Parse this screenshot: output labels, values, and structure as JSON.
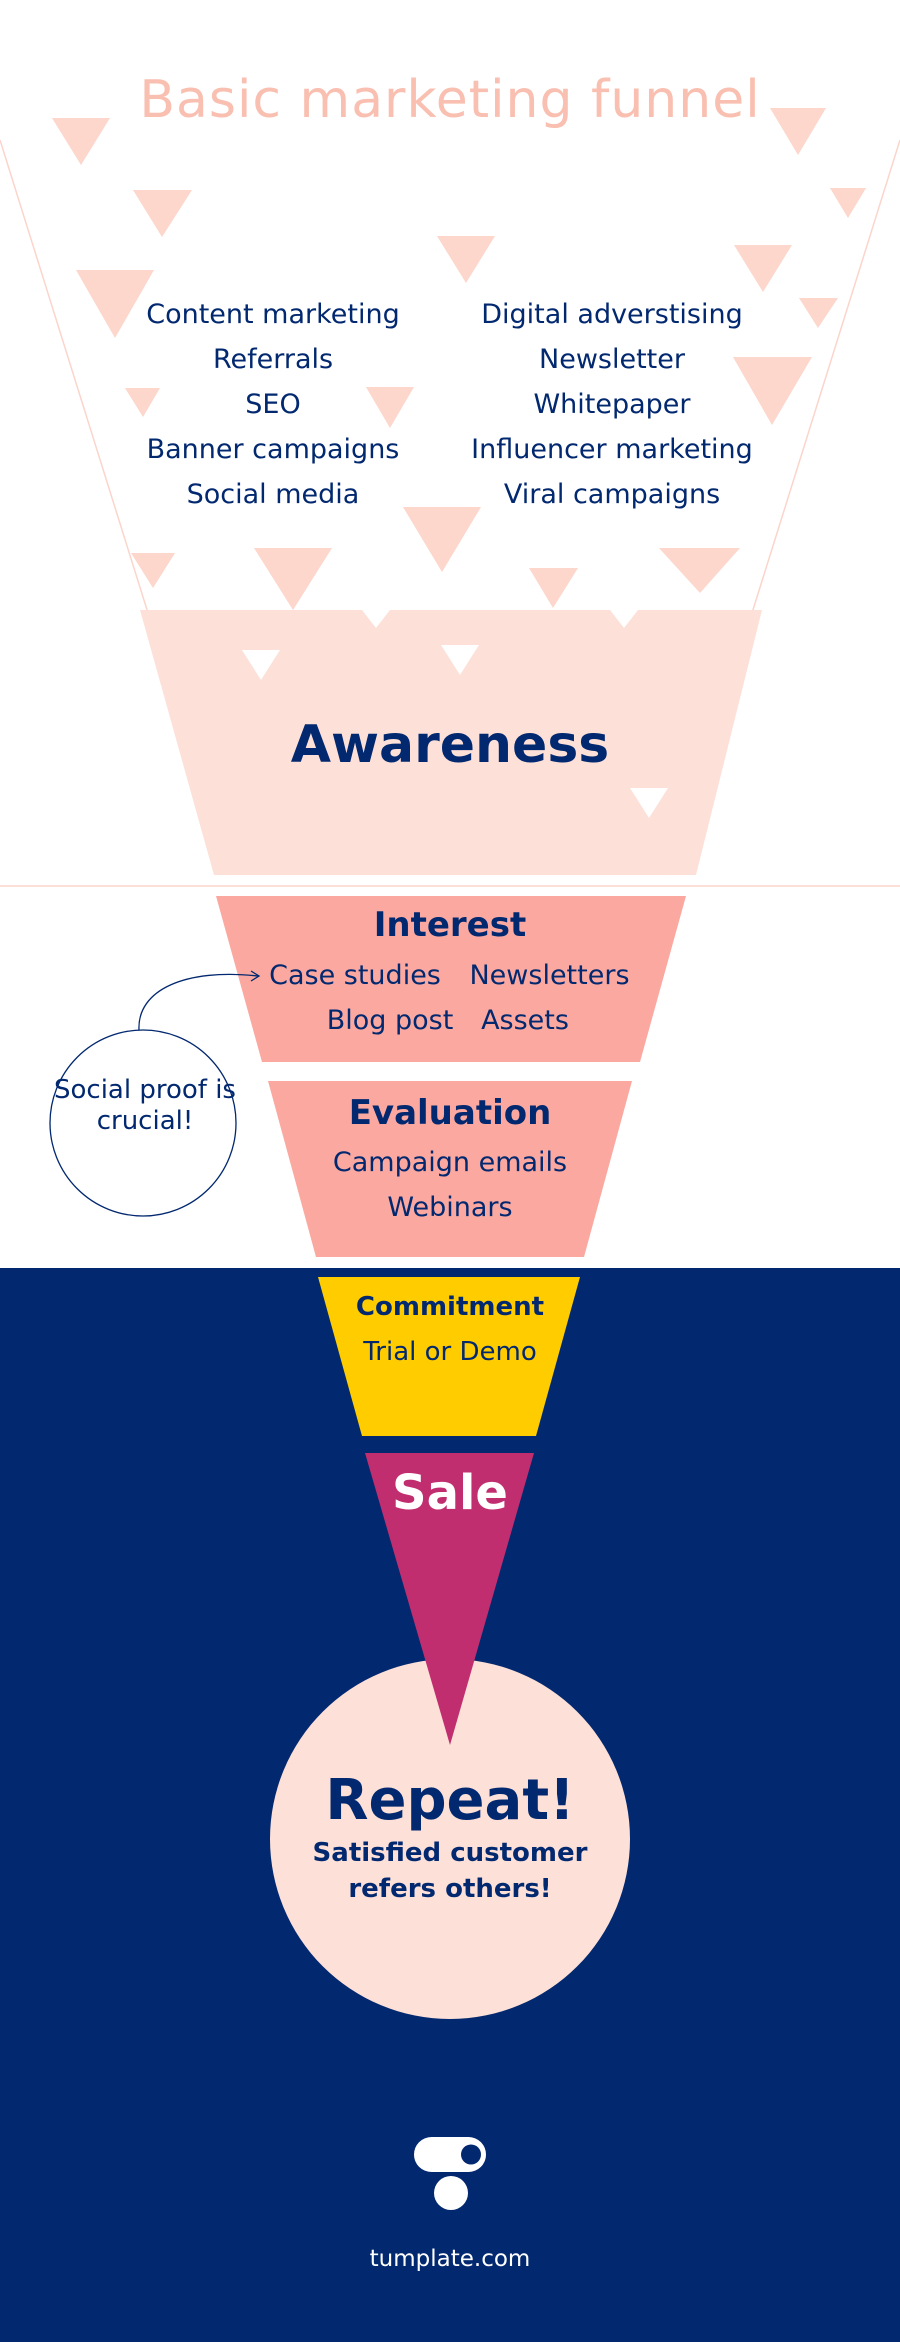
{
  "colors": {
    "navy": "#02286f",
    "peach": "#fde0d8",
    "peach_triangle": "#fdd6cc",
    "title": "#f9bfb0",
    "salmon": "#fba9a0",
    "yellow": "#ffcc00",
    "magenta": "#c12e6f",
    "white": "#ffffff"
  },
  "title": "Basic marketing funnel",
  "channels": {
    "left": [
      "Content marketing",
      "Referrals",
      "SEO",
      "Banner campaigns",
      "Social media"
    ],
    "right": [
      "Digital adverstising",
      "Newsletter",
      "Whitepaper",
      "Influencer marketing",
      "Viral campaigns"
    ]
  },
  "stages": {
    "awareness": {
      "label": "Awareness"
    },
    "interest": {
      "label": "Interest",
      "items": [
        "Case studies",
        "Newsletters",
        "Blog post",
        "Assets"
      ]
    },
    "evaluation": {
      "label": "Evaluation",
      "items": [
        "Campaign emails",
        "Webinars"
      ]
    },
    "commitment": {
      "label": "Commitment",
      "items": [
        "Trial or Demo"
      ]
    },
    "sale": {
      "label": "Sale"
    },
    "repeat": {
      "label": "Repeat!",
      "caption": "Satisfied customer refers others!"
    }
  },
  "callout": {
    "text": "Social proof is crucial!"
  },
  "footer": {
    "url": "tumplate.com",
    "logo": "tumplate-logo-icon"
  }
}
